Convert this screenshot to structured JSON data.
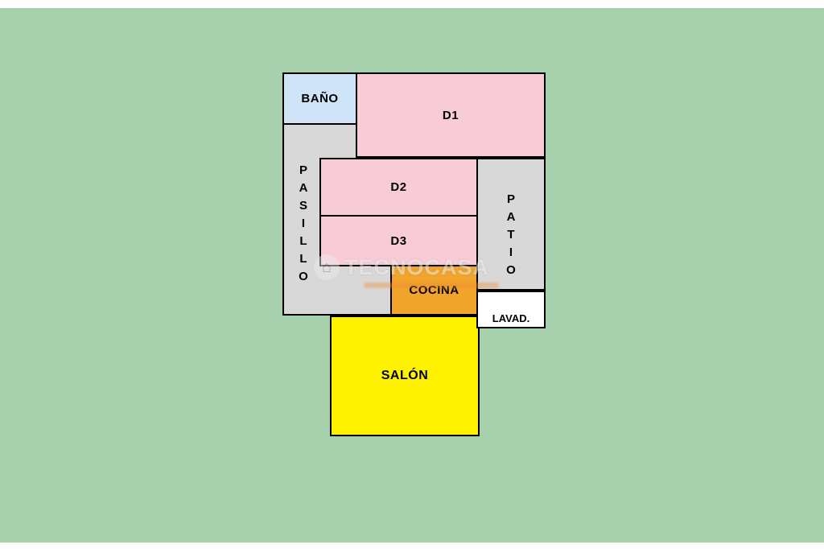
{
  "page": {
    "background_color": "#a7d1ad",
    "frame_color": "#fefefe"
  },
  "plan": {
    "outline_color": "#000000",
    "watermark": {
      "brand": "TECNOCASA",
      "logo_icon": "house-in-circle-icon",
      "logo_glyph": "⌂"
    },
    "rooms": {
      "bano": {
        "label": "BAÑO",
        "fill": "#cfe5f7"
      },
      "d1": {
        "label": "D1",
        "fill": "#f8ccd6"
      },
      "d2": {
        "label": "D2",
        "fill": "#f8ccd6"
      },
      "d3": {
        "label": "D3",
        "fill": "#f8ccd6"
      },
      "pasillo": {
        "label": "PASILLO",
        "fill": "#d8d8d8"
      },
      "patio": {
        "label": "PATIO",
        "fill": "#d8d8d8"
      },
      "cocina": {
        "label": "COCINA",
        "fill": "#f0a42c"
      },
      "lavadero": {
        "label": "LAVAD.",
        "fill": "#ffffff"
      },
      "salon": {
        "label": "SALÓN",
        "fill": "#fff200"
      }
    }
  }
}
